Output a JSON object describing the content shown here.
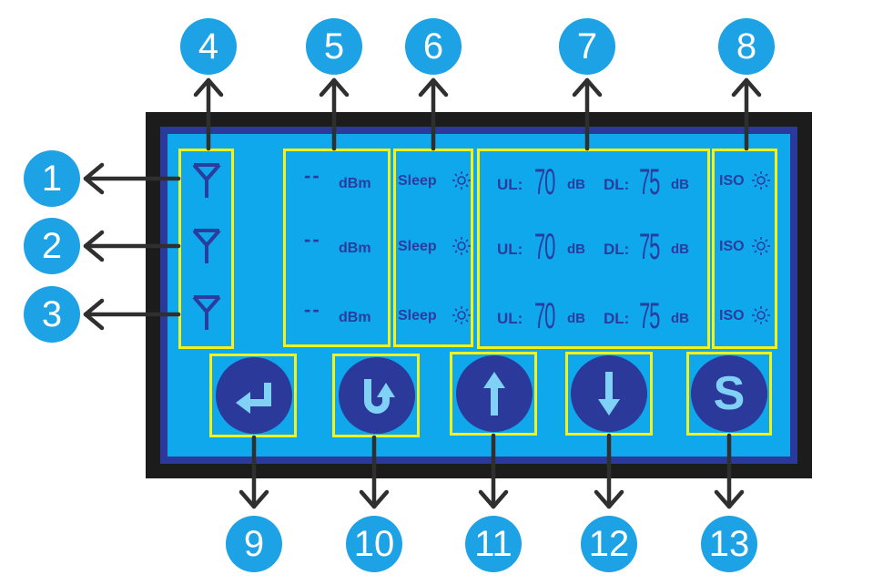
{
  "callouts": [
    "1",
    "2",
    "3",
    "4",
    "5",
    "6",
    "7",
    "8",
    "9",
    "10",
    "11",
    "12",
    "13"
  ],
  "rows": [
    {
      "dash": "--",
      "unit": "dBm",
      "sleep": "Sleep",
      "ul_label": "UL:",
      "ul_value": "70",
      "ul_unit": "dB",
      "dl_label": "DL:",
      "dl_value": "75",
      "dl_unit": "dB",
      "iso": "ISO"
    },
    {
      "dash": "--",
      "unit": "dBm",
      "sleep": "Sleep",
      "ul_label": "UL:",
      "ul_value": "70",
      "ul_unit": "dB",
      "dl_label": "DL:",
      "dl_value": "75",
      "dl_unit": "dB",
      "iso": "ISO"
    },
    {
      "dash": "--",
      "unit": "dBm",
      "sleep": "Sleep",
      "ul_label": "UL:",
      "ul_value": "70",
      "ul_unit": "dB",
      "dl_label": "DL:",
      "dl_value": "75",
      "dl_unit": "dB",
      "iso": "ISO"
    }
  ],
  "buttons": {
    "s_label": "S"
  },
  "icons": [
    "antenna-icon",
    "sun-icon",
    "enter-icon",
    "return-icon",
    "up-arrow-icon",
    "down-arrow-icon"
  ],
  "colors": {
    "frame": "#1c1c1c",
    "border": "#2b3a9a",
    "lcd": "#10a8ec",
    "highlight": "#f3f21a",
    "badge": "#1ea2e6",
    "text": "#2a3c9e",
    "button": "#2b3a9a",
    "button_icon": "#7fd2f6"
  }
}
